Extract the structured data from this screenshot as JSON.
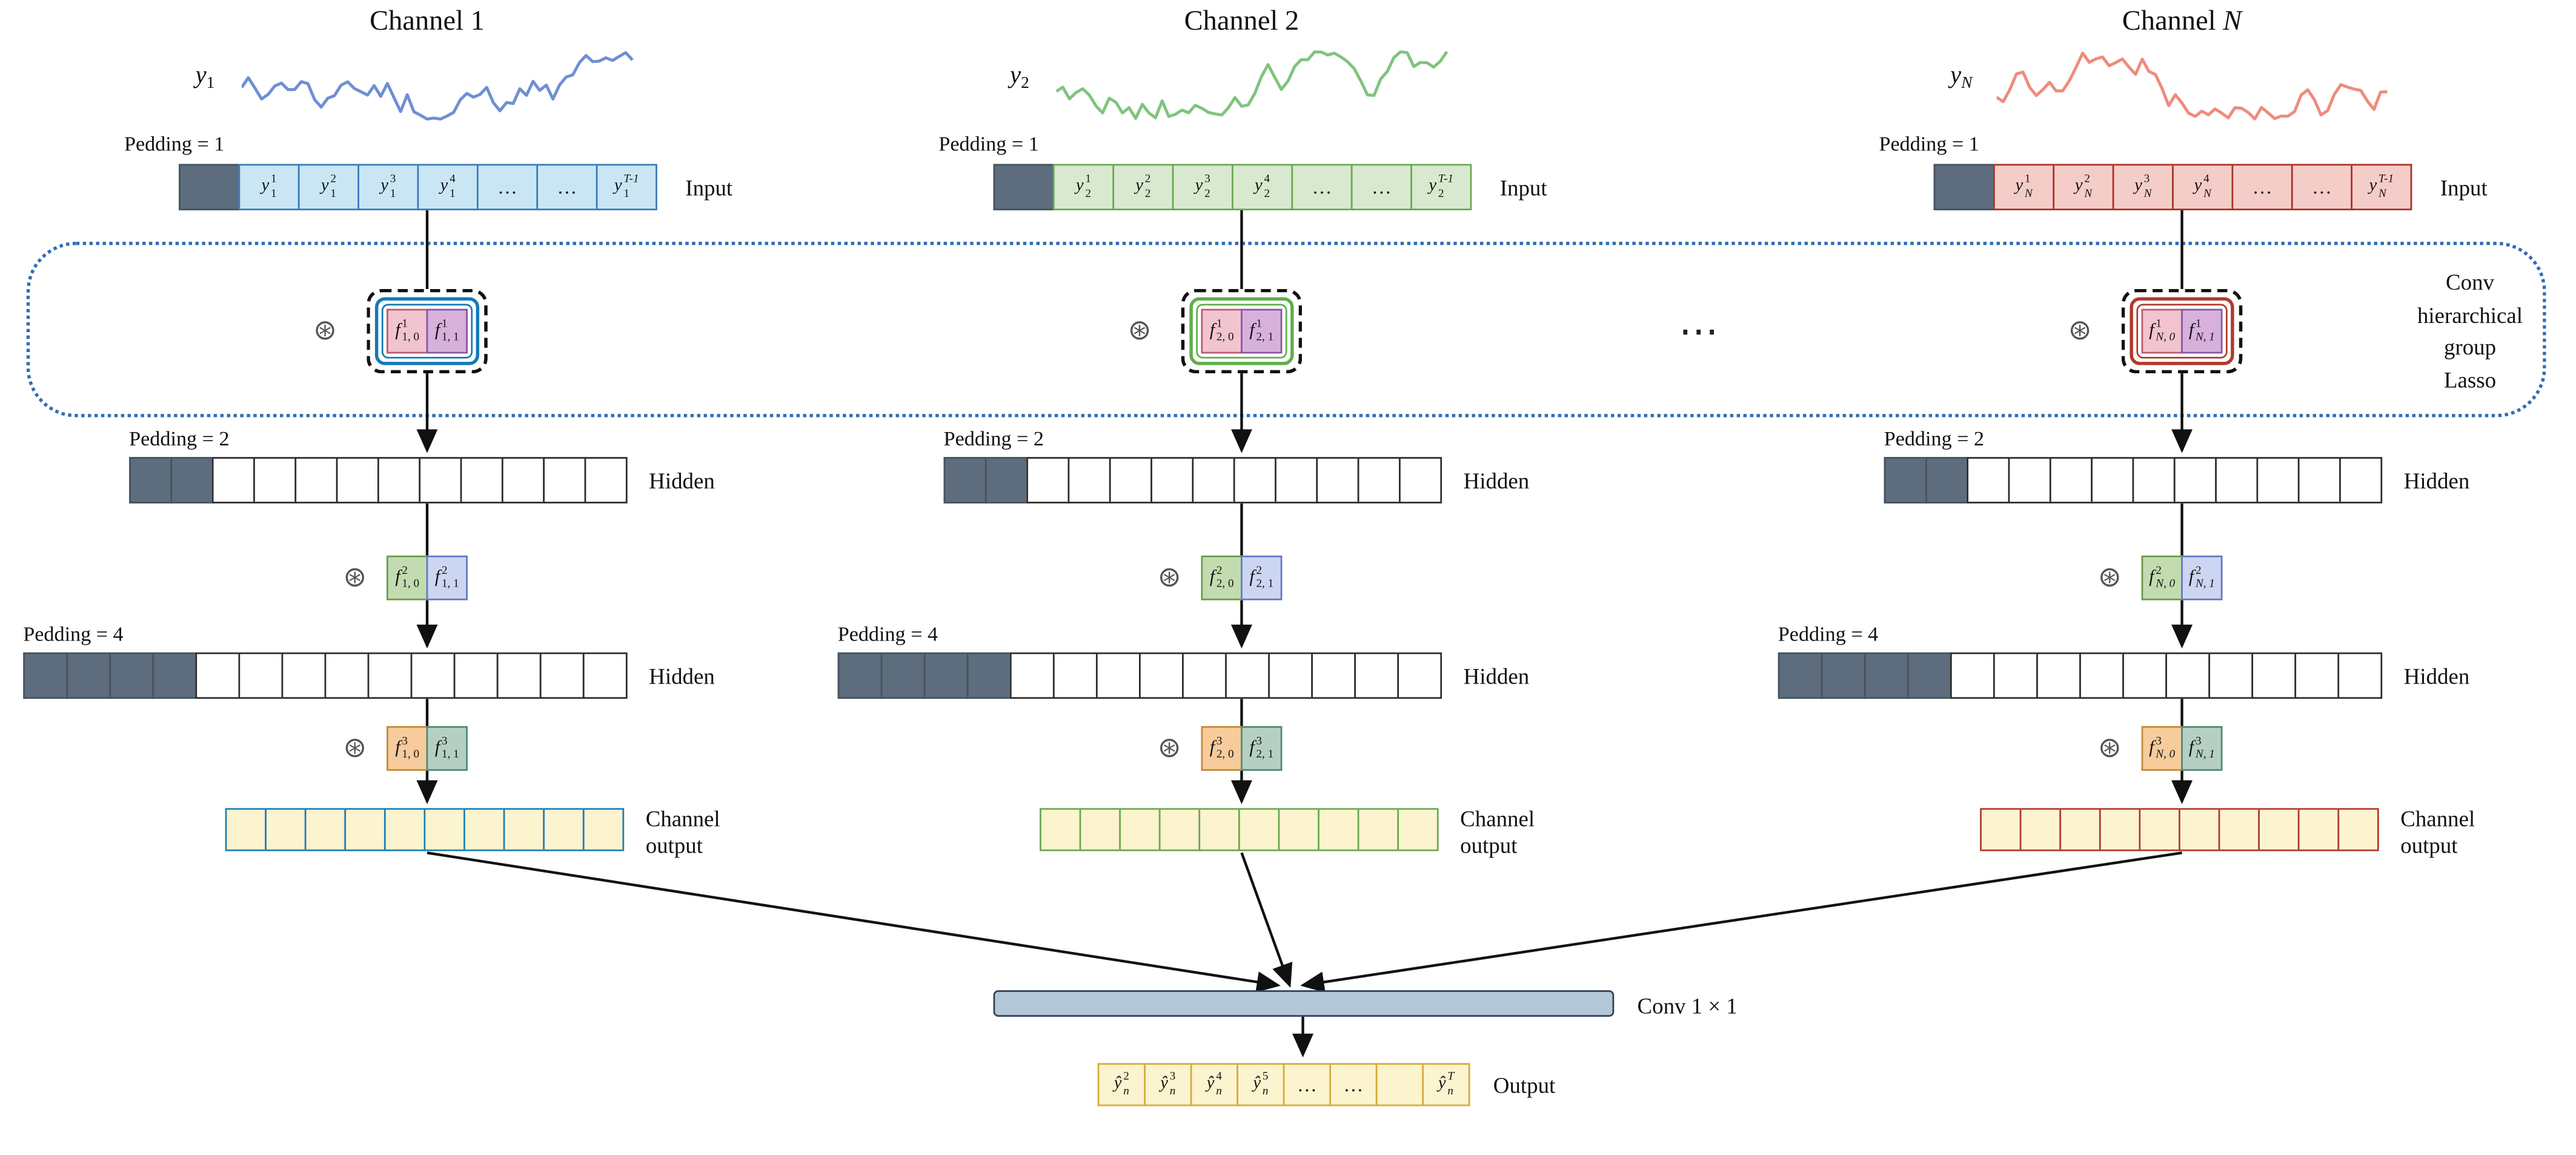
{
  "page": {
    "background": "#ffffff"
  },
  "lasso_box": {
    "label_lines": [
      "Conv",
      "hierarchical",
      "group",
      "Lasso"
    ],
    "border_color": "#2e6db4"
  },
  "channel_ellipsis": "⋯",
  "conv1x1": {
    "label": "Conv 1 × 1",
    "fill": "#b4c7d9",
    "border": "#2e4053"
  },
  "final_output": {
    "label": "Output",
    "cell_bg": "#fcf3cf",
    "cell_border": "#d4ac3a",
    "cells": [
      {
        "base": "ŷ",
        "sub": "n",
        "sup": "2"
      },
      {
        "base": "ŷ",
        "sub": "n",
        "sup": "3"
      },
      {
        "base": "ŷ",
        "sub": "n",
        "sup": "4"
      },
      {
        "base": "ŷ",
        "sub": "n",
        "sup": "5"
      },
      {
        "text": "…"
      },
      {
        "text": "…"
      },
      {
        "text": ""
      },
      {
        "base": "ŷ",
        "sub": "n",
        "sup": "T"
      }
    ]
  },
  "shared": {
    "pad_fill": "#5d6d7e",
    "pad_border": "#45535f",
    "op_symbol": "⊛"
  },
  "channels": [
    {
      "title_prefix": "Channel",
      "title_var": "1",
      "signal": {
        "base": "y",
        "sub": "1"
      },
      "wave_color": "#6e8fd4",
      "labels": {
        "padding1": "Pedding = 1",
        "padding2": "Pedding = 2",
        "padding4": "Pedding = 4",
        "input": "Input",
        "hidden1": "Hidden",
        "hidden2": "Hidden",
        "channel_output": [
          "Channel",
          "output"
        ]
      },
      "input_row": {
        "pad_cells": 1,
        "cell_bg": "#cae6f4",
        "cell_border": "#3a7ab8",
        "cells": [
          {
            "base": "y",
            "sub": "1",
            "sup": "1"
          },
          {
            "base": "y",
            "sub": "1",
            "sup": "2"
          },
          {
            "base": "y",
            "sub": "1",
            "sup": "3"
          },
          {
            "base": "y",
            "sub": "1",
            "sup": "4"
          },
          {
            "text": "…"
          },
          {
            "text": "…"
          },
          {
            "base": "y",
            "sub": "1",
            "sup": "T-1"
          }
        ]
      },
      "hidden_row1": {
        "pad_cells": 2,
        "data_cells": 10
      },
      "hidden_row2": {
        "pad_cells": 4,
        "data_cells": 10
      },
      "filters": [
        {
          "ring_color": "#147ab8",
          "cells": [
            {
              "base": "f",
              "sup": "1",
              "sub": "1, 0",
              "bg": "#f2c4cf",
              "border": "#b85c72"
            },
            {
              "base": "f",
              "sup": "1",
              "sub": "1, 1",
              "bg": "#d7b1dc",
              "border": "#8757a0"
            }
          ]
        },
        {
          "cells": [
            {
              "base": "f",
              "sup": "2",
              "sub": "1, 0",
              "bg": "#c2dcb0",
              "border": "#6a9a4b"
            },
            {
              "base": "f",
              "sup": "2",
              "sub": "1, 1",
              "bg": "#ccd6f2",
              "border": "#6577c0"
            }
          ]
        },
        {
          "cells": [
            {
              "base": "f",
              "sup": "3",
              "sub": "1, 0",
              "bg": "#f7cb9c",
              "border": "#c58a3a"
            },
            {
              "base": "f",
              "sup": "3",
              "sub": "1, 1",
              "bg": "#b5d0c3",
              "border": "#4f8a6e"
            }
          ]
        }
      ],
      "channel_output_row": {
        "cells": 10,
        "bg": "#fcf3cf",
        "border": "#1d7fb4"
      }
    },
    {
      "title_prefix": "Channel",
      "title_var": "2",
      "signal": {
        "base": "y",
        "sub": "2"
      },
      "wave_color": "#7fc47e",
      "labels": {
        "padding1": "Pedding = 1",
        "padding2": "Pedding = 2",
        "padding4": "Pedding = 4",
        "input": "Input",
        "hidden1": "Hidden",
        "hidden2": "Hidden",
        "channel_output": [
          "Channel",
          "output"
        ]
      },
      "input_row": {
        "pad_cells": 1,
        "cell_bg": "#d9e9cf",
        "cell_border": "#6aa84f",
        "cells": [
          {
            "base": "y",
            "sub": "2",
            "sup": "1"
          },
          {
            "base": "y",
            "sub": "2",
            "sup": "2"
          },
          {
            "base": "y",
            "sub": "2",
            "sup": "3"
          },
          {
            "base": "y",
            "sub": "2",
            "sup": "4"
          },
          {
            "text": "…"
          },
          {
            "text": "…"
          },
          {
            "base": "y",
            "sub": "2",
            "sup": "T-1"
          }
        ]
      },
      "hidden_row1": {
        "pad_cells": 2,
        "data_cells": 10
      },
      "hidden_row2": {
        "pad_cells": 4,
        "data_cells": 10
      },
      "filters": [
        {
          "ring_color": "#5fae4a",
          "cells": [
            {
              "base": "f",
              "sup": "1",
              "sub": "2, 0",
              "bg": "#f2c4cf",
              "border": "#b85c72"
            },
            {
              "base": "f",
              "sup": "1",
              "sub": "2, 1",
              "bg": "#d7b1dc",
              "border": "#8757a0"
            }
          ]
        },
        {
          "cells": [
            {
              "base": "f",
              "sup": "2",
              "sub": "2, 0",
              "bg": "#c2dcb0",
              "border": "#6a9a4b"
            },
            {
              "base": "f",
              "sup": "2",
              "sub": "2, 1",
              "bg": "#ccd6f2",
              "border": "#6577c0"
            }
          ]
        },
        {
          "cells": [
            {
              "base": "f",
              "sup": "3",
              "sub": "2, 0",
              "bg": "#f7cb9c",
              "border": "#c58a3a"
            },
            {
              "base": "f",
              "sup": "3",
              "sub": "2, 1",
              "bg": "#b5d0c3",
              "border": "#4f8a6e"
            }
          ]
        }
      ],
      "channel_output_row": {
        "cells": 10,
        "bg": "#fcf3cf",
        "border": "#6aa84f"
      }
    },
    {
      "title_prefix": "Channel",
      "title_var": "N",
      "signal": {
        "base": "y",
        "sub": "N"
      },
      "wave_color": "#ef8b7d",
      "labels": {
        "padding1": "Pedding = 1",
        "padding2": "Pedding = 2",
        "padding4": "Pedding = 4",
        "input": "Input",
        "hidden1": "Hidden",
        "hidden2": "Hidden",
        "channel_output": [
          "Channel",
          "output"
        ]
      },
      "input_row": {
        "pad_cells": 1,
        "cell_bg": "#f5cdc8",
        "cell_border": "#a93226",
        "cells": [
          {
            "base": "y",
            "sub": "N",
            "sup": "1"
          },
          {
            "base": "y",
            "sub": "N",
            "sup": "2"
          },
          {
            "base": "y",
            "sub": "N",
            "sup": "3"
          },
          {
            "base": "y",
            "sub": "N",
            "sup": "4"
          },
          {
            "text": "…"
          },
          {
            "text": "…"
          },
          {
            "base": "y",
            "sub": "N",
            "sup": "T-1"
          }
        ]
      },
      "hidden_row1": {
        "pad_cells": 2,
        "data_cells": 10
      },
      "hidden_row2": {
        "pad_cells": 4,
        "data_cells": 10
      },
      "filters": [
        {
          "ring_color": "#b03a2e",
          "cells": [
            {
              "base": "f",
              "sup": "1",
              "sub": "N, 0",
              "bg": "#f2c4cf",
              "border": "#b85c72"
            },
            {
              "base": "f",
              "sup": "1",
              "sub": "N, 1",
              "bg": "#d7b1dc",
              "border": "#8757a0"
            }
          ]
        },
        {
          "cells": [
            {
              "base": "f",
              "sup": "2",
              "sub": "N, 0",
              "bg": "#c2dcb0",
              "border": "#6a9a4b"
            },
            {
              "base": "f",
              "sup": "2",
              "sub": "N, 1",
              "bg": "#ccd6f2",
              "border": "#6577c0"
            }
          ]
        },
        {
          "cells": [
            {
              "base": "f",
              "sup": "3",
              "sub": "N, 0",
              "bg": "#f7cb9c",
              "border": "#c58a3a"
            },
            {
              "base": "f",
              "sup": "3",
              "sub": "N, 1",
              "bg": "#b5d0c3",
              "border": "#4f8a6e"
            }
          ]
        }
      ],
      "channel_output_row": {
        "cells": 10,
        "bg": "#fcf3cf",
        "border": "#b03a2e"
      }
    }
  ]
}
